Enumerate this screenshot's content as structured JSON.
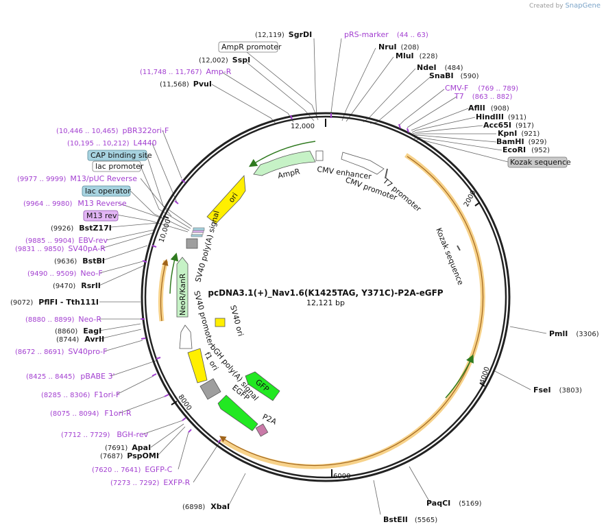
{
  "credit": {
    "prefix": "Created by",
    "brand": "SnapGene"
  },
  "plasmid": {
    "name": "pcDNA3.1(+)_Nav1.6(K1425TAG, Y371C)-P2A-eGFP",
    "size": "12,121 bp"
  },
  "ticks": [
    "12,000",
    "2000",
    "4000",
    "6000",
    "8000",
    "10,000"
  ],
  "sites": [
    {
      "id": "sgrdi",
      "num": "(12,119)",
      "name": "SgrDI",
      "primer": false
    },
    {
      "id": "ampr-promoter-box",
      "name": "AmpR promoter",
      "box": "white"
    },
    {
      "id": "prs-marker",
      "name": "pRS-marker",
      "num": "(44 .. 63)",
      "primer": true
    },
    {
      "id": "sspi",
      "num": "(12,002)",
      "name": "SspI",
      "primer": false
    },
    {
      "id": "nrui",
      "name": "NruI",
      "num": "(208)",
      "primer": false
    },
    {
      "id": "mlui",
      "name": "MluI",
      "num": "(228)",
      "primer": false
    },
    {
      "id": "amp-r",
      "num": "(11,748 .. 11,767)",
      "name": "Amp-R",
      "primer": true
    },
    {
      "id": "ndei",
      "name": "NdeI",
      "num": "(484)",
      "primer": false
    },
    {
      "id": "pvui",
      "num": "(11,568)",
      "name": "PvuI",
      "primer": false
    },
    {
      "id": "snabi",
      "name": "SnaBI",
      "num": "(590)",
      "primer": false
    },
    {
      "id": "cmv-f",
      "name": "CMV-F",
      "num": "(769 .. 789)",
      "primer": true
    },
    {
      "id": "t7",
      "name": "T7",
      "num": "(863 .. 882)",
      "primer": true
    },
    {
      "id": "aflii",
      "name": "AflII",
      "num": "(908)",
      "primer": false
    },
    {
      "id": "hindiii",
      "name": "HindIII",
      "num": "(911)",
      "primer": false
    },
    {
      "id": "pbr322ori-f",
      "num": "(10,446 .. 10,465)",
      "name": "pBR322ori-F",
      "primer": true
    },
    {
      "id": "acc65i",
      "name": "Acc65I",
      "num": "(917)",
      "primer": false
    },
    {
      "id": "kpni",
      "name": "KpnI",
      "num": "(921)",
      "primer": false
    },
    {
      "id": "l4440",
      "num": "(10,195 .. 10,212)",
      "name": "L4440",
      "primer": true
    },
    {
      "id": "bamhi",
      "name": "BamHI",
      "num": "(929)",
      "primer": false
    },
    {
      "id": "ecori",
      "name": "EcoRI",
      "num": "(952)",
      "primer": false
    },
    {
      "id": "cap-binding-site",
      "name": "CAP binding site",
      "box": "blue"
    },
    {
      "id": "kozak-box",
      "name": "Kozak sequence",
      "box": "gray"
    },
    {
      "id": "lac-promoter",
      "name": "lac promoter",
      "box": "white"
    },
    {
      "id": "m13-puc-reverse",
      "num": "(9977 .. 9999)",
      "name": "M13/pUC Reverse",
      "primer": true
    },
    {
      "id": "lac-operator",
      "name": "lac operator",
      "box": "blue"
    },
    {
      "id": "m13-reverse",
      "num": "(9964 .. 9980)",
      "name": "M13 Reverse",
      "primer": true
    },
    {
      "id": "m13-rev",
      "name": "M13 rev",
      "box": "purple"
    },
    {
      "id": "bstz17i",
      "num": "(9926)",
      "name": "BstZ17I",
      "primer": false
    },
    {
      "id": "ebv-rev",
      "num": "(9885 .. 9904)",
      "name": "EBV-rev",
      "primer": true
    },
    {
      "id": "sv40pa-r",
      "num": "(9831 .. 9850)",
      "name": "SV40pA-R",
      "primer": true
    },
    {
      "id": "bstbi",
      "num": "(9636)",
      "name": "BstBI",
      "primer": false
    },
    {
      "id": "neo-f",
      "num": "(9490 .. 9509)",
      "name": "Neo-F",
      "primer": true
    },
    {
      "id": "rsrii",
      "num": "(9470)",
      "name": "RsrII",
      "primer": false
    },
    {
      "id": "pflfi",
      "num": "(9072)",
      "name": "PflFI - Tth111I",
      "primer": false
    },
    {
      "id": "neo-r",
      "num": "(8880 .. 8899)",
      "name": "Neo-R",
      "primer": true
    },
    {
      "id": "eagi",
      "num": "(8860)",
      "name": "EagI",
      "primer": false
    },
    {
      "id": "avrii",
      "num": "(8744)",
      "name": "AvrII",
      "primer": false
    },
    {
      "id": "sv40pro-f",
      "num": "(8672 .. 8691)",
      "name": "SV40pro-F",
      "primer": true
    },
    {
      "id": "pbabe3",
      "num": "(8425 .. 8445)",
      "name": "pBABE 3'",
      "primer": true
    },
    {
      "id": "f1ori-f",
      "num": "(8285 .. 8306)",
      "name": "F1ori-F",
      "primer": true
    },
    {
      "id": "f1ori-r",
      "num": "(8075 .. 8094)",
      "name": "F1ori-R",
      "primer": true
    },
    {
      "id": "bgh-rev",
      "num": "(7712 .. 7729)",
      "name": "BGH-rev",
      "primer": true
    },
    {
      "id": "apai",
      "num": "(7691)",
      "name": "ApaI",
      "primer": false
    },
    {
      "id": "pspomi",
      "num": "(7687)",
      "name": "PspOMI",
      "primer": false
    },
    {
      "id": "egfp-c",
      "num": "(7620 .. 7641)",
      "name": "EGFP-C",
      "primer": true
    },
    {
      "id": "exfp-r",
      "num": "(7273 .. 7292)",
      "name": "EXFP-R",
      "primer": true
    },
    {
      "id": "xbai",
      "num": "(6898)",
      "name": "XbaI",
      "primer": false
    },
    {
      "id": "bsteii",
      "name": "BstEII",
      "num": "(5565)",
      "primer": false
    },
    {
      "id": "paqci",
      "name": "PaqCI",
      "num": "(5169)",
      "primer": false
    },
    {
      "id": "fsei",
      "name": "FseI",
      "num": "(3803)",
      "primer": false
    },
    {
      "id": "pmli",
      "name": "PmlI",
      "num": "(3306)",
      "primer": false
    }
  ],
  "features": {
    "ampr": "AmpR",
    "ori": "ori",
    "cmv_enhancer": "CMV enhancer",
    "cmv_promoter": "CMV promoter",
    "t7_promoter": "T7 promoter",
    "kozak": "Kozak sequence",
    "sv40_polya": "SV40 poly(A) signal",
    "neokanr": "NeoR/KanR",
    "sv40_promoter": "SV40 promoter",
    "sv40_ori": "SV40 ori",
    "f1_ori": "f1 ori",
    "bgh_polya": "bGH poly(A) signal",
    "egfp": "EGFP",
    "gfp": "GFP",
    "p2a": "P2A"
  },
  "colors": {
    "primer": "#a23ed0",
    "ampr_fill": "#c6f2c6",
    "green_fill": "#22e822",
    "yellow_fill": "#ffef00",
    "orange_track": "#f7d28a",
    "gray_fill": "#9e9e9e",
    "box_blue": "#a7d3e0",
    "box_purple": "#e3b6f5",
    "box_gray": "#c9c9c9"
  }
}
